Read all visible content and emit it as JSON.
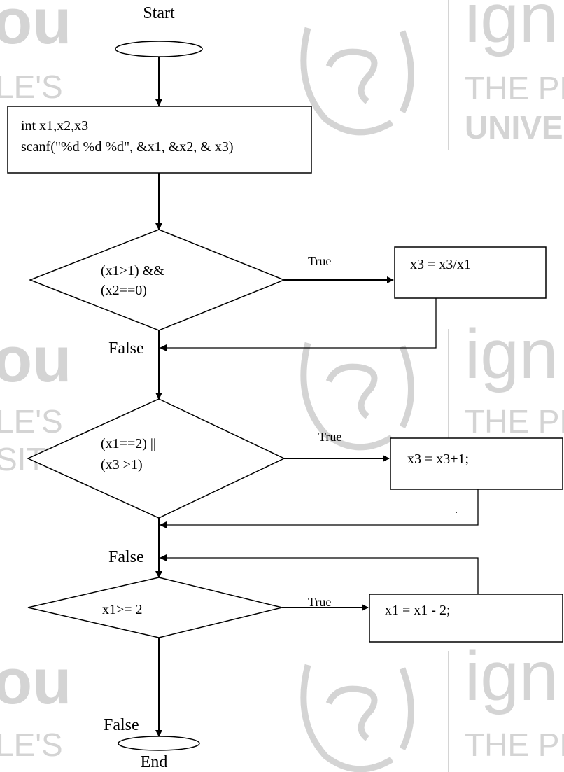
{
  "watermark": {
    "brand": "ignou",
    "brand_partial_left": "ou",
    "brand_partial_right": "ign",
    "line1_left": "LE'S",
    "line1_right": "THE PEO",
    "line2_left": "SITY",
    "line2_right": "UNIVEI",
    "color": "#d4d4d4"
  },
  "flowchart": {
    "start_label": "Start",
    "end_label": "End",
    "declare_line1": "int x1,x2,x3",
    "declare_line2": "scanf(\"%d %d %d\", &x1, &x2, & x3)",
    "decision1": {
      "line1": "(x1>1) &&",
      "line2": "(x2==0)"
    },
    "decision2": {
      "line1": "(x1==2) ||",
      "line2": "(x3 >1)"
    },
    "decision3": {
      "line1": "x1>= 2"
    },
    "action1": "x3 = x3/x1",
    "action2": "x3 = x3+1;",
    "action3": "x1 = x1 - 2;",
    "true_label": "True",
    "false_label": "False",
    "stray_dot": "."
  }
}
